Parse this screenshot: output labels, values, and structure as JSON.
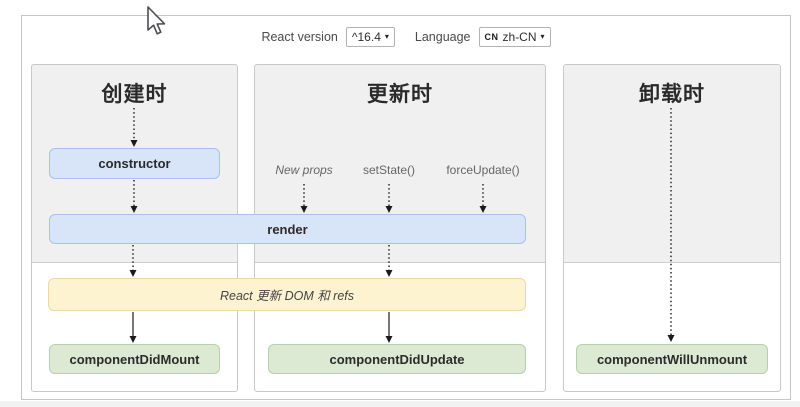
{
  "header": {
    "react_version_label": "React version",
    "react_version_value": "^16.4",
    "language_label": "Language",
    "language_flag": "CN",
    "language_value": "zh-CN",
    "caret": "▾"
  },
  "columns": [
    {
      "title": "创建时"
    },
    {
      "title": "更新时"
    },
    {
      "title": "卸载时"
    }
  ],
  "triggers": {
    "new_props": "New props",
    "set_state": "setState()",
    "force_update": "forceUpdate()"
  },
  "methods": {
    "constructor": "constructor",
    "render": "render",
    "react_updates": "React 更新 DOM 和 refs",
    "component_did_mount": "componentDidMount",
    "component_did_update": "componentDidUpdate",
    "component_will_unmount": "componentWillUnmount"
  },
  "colors": {
    "method_blue_fill": "#d8e4f7",
    "method_blue_border": "#a6c3ec",
    "note_yellow_fill": "#fdf3d1",
    "note_yellow_border": "#ecd9a3",
    "method_green_fill": "#dcead3",
    "method_green_border": "#b7cfad",
    "panel_gray": "#f0f0f0",
    "border_gray": "#c9c9c9"
  }
}
